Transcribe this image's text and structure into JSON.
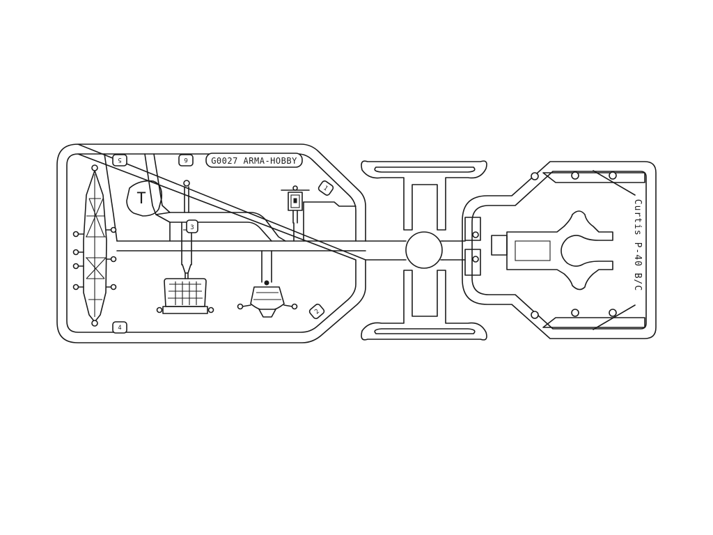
{
  "sprue": {
    "code_label": "G0027 ARMA-HOBBY",
    "kit_name": "Curtis P-40 B/C",
    "symbol": "T",
    "part_numbers": {
      "p1": "1",
      "p2": "2",
      "p3": "3",
      "p4": "4",
      "p5": "5",
      "p6": "6"
    }
  }
}
